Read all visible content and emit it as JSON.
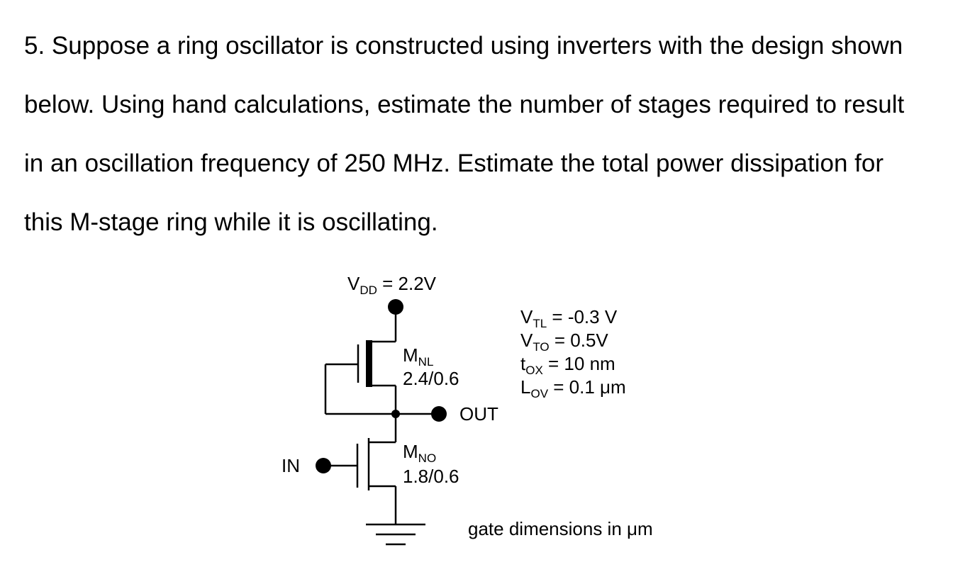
{
  "problem": {
    "lines": [
      "5. Suppose a ring oscillator is constructed using inverters with the design shown",
      "below. Using hand calculations, estimate the number of stages required to result",
      "in an oscillation frequency of 250 MHz.  Estimate the total power dissipation for",
      "this M-stage ring while it is oscillating."
    ]
  },
  "circuit": {
    "vdd": {
      "main": "V",
      "sub": "DD",
      "rest": " = 2.2V"
    },
    "load_transistor": {
      "main": "M",
      "sub": "NL",
      "size": "2.4/0.6"
    },
    "driver_transistor": {
      "main": "M",
      "sub": "NO",
      "size": "1.8/0.6"
    },
    "out_label": "OUT",
    "in_label": "IN"
  },
  "parameters": [
    {
      "main": "V",
      "sub": "TL",
      "rest": " = -0.3 V"
    },
    {
      "main": "V",
      "sub": "TO",
      "rest": " = 0.5V"
    },
    {
      "main": "t",
      "sub": "OX",
      "rest": " = 10 nm"
    },
    {
      "main": "L",
      "sub": "OV",
      "rest": " = 0.1 μm"
    }
  ],
  "footnote": "gate dimensions in μm"
}
